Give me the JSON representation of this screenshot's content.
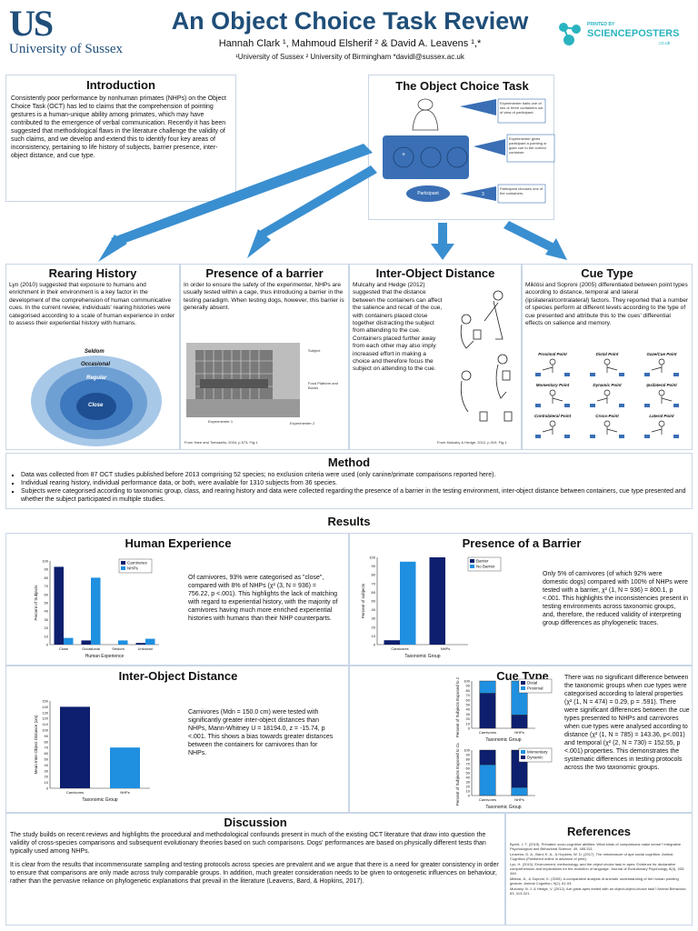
{
  "header": {
    "uni_initials": "US",
    "uni_name": "University of Sussex",
    "title": "An Object Choice Task Review",
    "authors": "Hannah Clark ¹, Mahmoud Elsherif ² & David A. Leavens ¹,*",
    "affiliations": "¹University of Sussex  ² University of Birmingham *davidl@sussex.ac.uk",
    "sponsor_top": "PRINTED BY",
    "sponsor_name": "SCIENCEPOSTERS",
    "sponsor_suffix": ".co.uk"
  },
  "intro": {
    "heading": "Introduction",
    "body": "Consistently poor performance by nonhuman primates (NHPs) on the Object Choice Task (OCT) has led to claims that the comprehension of pointing gestures is a human-unique ability among primates, which may have contributed to the emergence of verbal communication. Recently it has been suggested that methodological flaws in the literature challenge the validity of such claims, and we develop and extend this to identify four key areas of inconsistency, pertaining to life history of subjects, barrier presence, inter-object distance, and cue type."
  },
  "oct": {
    "heading": "The Object Choice Task",
    "step1": "Experimenter baits one of two or three containers out of view of participant.",
    "step2": "Experimenter gives participant a pointing or gaze cue to the correct container.",
    "step3": "Participant chooses one of the containers.",
    "participant": "Participant",
    "n1": "1",
    "n2": "2",
    "n3": "3",
    "plus": "+"
  },
  "rearing": {
    "heading": "Rearing History",
    "body": "Lyn (2010) suggested that exposure to humans and enrichment in their environment is a key factor in the development of the comprehension of human communicative cues. In the current review, individuals' rearing histories were categorised according to a scale of human experience in order to assess their experiential history with humans.",
    "rings": [
      "Seldom",
      "Occasional",
      "Regular",
      "Close"
    ]
  },
  "barrier": {
    "heading": "Presence of a barrier",
    "body": "In order to ensure the safety of the experimenter, NHPs are usually tested within a cage, thus introducing a barrier in the testing paradigm. When testing dogs, however, this barrier is generally absent.",
    "fig_labels": [
      "Subject",
      "Food Platform and Boxes",
      "Experimenter 1",
      "Experimenter 2"
    ],
    "caption": "From Hare and Tomasello, 2004, p.573, Fig.1"
  },
  "distance": {
    "heading": "Inter-Object Distance",
    "body": "Mulcahy and Hedge (2012) suggested that the distance between the containers can affect the salience and recall of the cue, with containers placed close together distracting the subject from attending to the cue. Containers placed further away from each other may also imply increased effort in making a choice and therefore focus the subject on attending to the cue.",
    "caption": "From Mulcahy & Hedge, 2012, p.319, Fig.1"
  },
  "cue": {
    "heading": "Cue Type",
    "body": "Miklósi and Soproni (2005) differentiated between point types according to distance, temporal and lateral (ipsilateral/contralateral) factors. They reported that a number of species perform at different levels according to the type of cue presented and attribute this to the cues' differential effects on salience and memory.",
    "labels": [
      "Proximal Point",
      "Distal Point",
      "Gaze/Cue Point",
      "Momentary Point",
      "Dynamic Point",
      "Ipsilateral Point",
      "Contralateral Point",
      "Cross-Point",
      "Lateral Point"
    ]
  },
  "method": {
    "heading": "Method",
    "bullets": [
      "Data was collected from 87 OCT studies published before 2013 comprising 52 species; no exclusion criteria were used (only canine/primate comparisons reported here).",
      "Individual rearing history, individual performance data, or both, were available for 1310 subjects from 36 species.",
      "Subjects were categorised according to taxonomic group, class, and rearing history and data were collected regarding the presence of a barrier in the testing environment, inter-object distance between containers, cue type presented and whether the subject participated in multiple studies."
    ]
  },
  "results": {
    "heading": "Results",
    "human": {
      "heading": "Human Experience",
      "body": "Of carnivores, 93% were categorised as \"close\", compared with 8% of NHPs (χ² (3, N = 936) = 756.22, p <.001). This highlights the lack of matching with regard to experiential history, with the majority of carnivores having much more enriched experiential histories with humans than their NHP counterparts."
    },
    "barrier": {
      "heading": "Presence of a Barrier",
      "body": "Only 5% of carnivores (of which 92% were domestic dogs) compared with 100% of NHPs were tested with a barrier, χ² (1, N = 936) = 800.1, p <.001. This highlights the inconsistencies present in testing environments across taxonomic groups, and, therefore, the reduced validity of interpreting group differences as phylogenetic traces."
    },
    "distance": {
      "heading": "Inter-Object Distance",
      "body": "Carnivores (Mdn = 150.0 cm) were tested with significantly greater inter-object distances than NHPs, Mann-Whitney U = 18194.0, z = -15.74, p <.001. This shows a bias towards greater distances between the containers for carnivores than for NHPs."
    },
    "cue": {
      "heading": "Cue Type",
      "body": "There was no significant difference between the taxonomic groups when cue types were categorised according to lateral properties (χ² (1, N = 474) = 0.29, p = .591). There were significant differences between the cue types presented to NHPs and carnivores when cue types were analysed according to distance (χ² (1, N = 785) = 143.36, p<.001) and temporal (χ² (2, N = 730) = 152.55, p <.001) properties. This demonstrates the systematic differences in testing protocols across the two taxonomic groups."
    }
  },
  "discussion": {
    "heading": "Discussion",
    "p1": "The study builds on recent reviews and highlights the procedural and methodological confounds present in much of the existing OCT literature that draw into question the validity of cross-species comparisons and subsequent evolutionary theories based on such comparisons.  Dogs' performances are based on physically different tests than typically used among NHPs.",
    "p2": "It is clear from the results that incommensurate sampling and testing protocols across species are prevalent and we argue that there is a need for greater consistency in order to ensure that comparisons are only made across truly comparable groups. In addition, much greater consideration needs to be given to ontogenetic influences on behaviour, rather than the pervasive reliance on phylogenetic explanations that prevail in the literature (Leavens, Bard, & Hopkins, 2017)."
  },
  "references": {
    "heading": "References",
    "items": [
      "Byrnit, J. T. (2015). Primates' socio-cognitive abilities: What kinds of comparisons make sense? Integrative Psychological and Behavioral Science, 49, 485-511.",
      "Leavens, D. A., Bard, K. A., & Hopkins, W. D. (2017). The mismeasure of ape social cognition. Animal Cognition (Published online in advance of print).",
      "Lyn, H. (2010). Environment, methodology, and the object choice task in apes: Evidence for declarative comprehension and implications for the evolution of language. Journal of Evolutionary Psychology, 8(4), 333-349.",
      "Miklósi, Á., & Soproni, K. (2005). A comparative analysis of animals' understanding of the human pointing gesture. Animal Cognition, 9(2), 81-93.",
      "Mulcahy, N. J. & Hedge, V. (2012). Are great apes tested with an object-object-choice task? Animal Behaviour, 83, 313-321."
    ]
  },
  "chart_data": [
    {
      "type": "bar",
      "title": "",
      "xlabel": "Human Experience",
      "ylabel": "Percent of Subjects",
      "categories": [
        "Close",
        "Occasional",
        "Seldom",
        "Unknown"
      ],
      "ylim": [
        0,
        100
      ],
      "yticks": [
        0,
        10,
        20,
        30,
        40,
        50,
        60,
        70,
        80,
        90,
        100
      ],
      "series": [
        {
          "name": "Carnivores",
          "values": [
            93,
            5,
            0,
            2
          ],
          "color": "#0d1f6e"
        },
        {
          "name": "NHPs",
          "values": [
            8,
            80,
            5,
            7
          ],
          "color": "#1f8fe0"
        }
      ],
      "legend": "top-right"
    },
    {
      "type": "bar",
      "title": "",
      "xlabel": "Taxonomic Group",
      "ylabel": "Percent of subjects",
      "categories": [
        "Carnivores",
        "NHPs"
      ],
      "ylim": [
        0,
        100
      ],
      "yticks": [
        0,
        10,
        20,
        30,
        40,
        50,
        60,
        70,
        80,
        90,
        100
      ],
      "series": [
        {
          "name": "Barrier",
          "values": [
            5,
            100
          ],
          "color": "#0d1f6e"
        },
        {
          "name": "No Barrier",
          "values": [
            95,
            0
          ],
          "color": "#1f8fe0"
        }
      ],
      "legend": "top-right"
    },
    {
      "type": "bar",
      "title": "",
      "xlabel": "Taxonomic Group",
      "ylabel": "Mean Inter-Object Distance (cm)",
      "categories": [
        "Carnivores",
        "NHPs"
      ],
      "values": [
        140,
        70
      ],
      "colors": [
        "#0d1f6e",
        "#1f8fe0"
      ],
      "ylim": [
        0,
        150
      ],
      "yticks": [
        0,
        10,
        20,
        30,
        40,
        50,
        60,
        70,
        80,
        90,
        100,
        110,
        120,
        130,
        140,
        150
      ]
    },
    {
      "type": "bar",
      "stacked": true,
      "title": "",
      "xlabel": "Taxonomic Group",
      "ylabel": "Percent of Subjects Exposed to Cue",
      "categories": [
        "Carnivores",
        "NHPs"
      ],
      "ylim": [
        0,
        100
      ],
      "yticks": [
        0,
        10,
        20,
        30,
        40,
        50,
        60,
        70,
        80,
        90,
        100
      ],
      "series": [
        {
          "name": "Distal",
          "values": [
            74,
            28
          ],
          "color": "#0d1f6e"
        },
        {
          "name": "Proximal",
          "values": [
            26,
            72
          ],
          "color": "#1f8fe0"
        }
      ],
      "legend": "top-right"
    },
    {
      "type": "bar",
      "stacked": true,
      "title": "",
      "xlabel": "Taxonomic Group",
      "ylabel": "Percent of Subjects Exposed to Cue",
      "categories": [
        "Carnivores",
        "NHPs"
      ],
      "ylim": [
        0,
        100
      ],
      "yticks": [
        0,
        10,
        20,
        30,
        40,
        50,
        60,
        70,
        80,
        90,
        100
      ],
      "series": [
        {
          "name": "Momentary",
          "values": [
            68,
            18
          ],
          "color": "#1f8fe0"
        },
        {
          "name": "Dynamic",
          "values": [
            32,
            82
          ],
          "color": "#0d1f6e"
        }
      ],
      "legend": "top-right"
    }
  ]
}
